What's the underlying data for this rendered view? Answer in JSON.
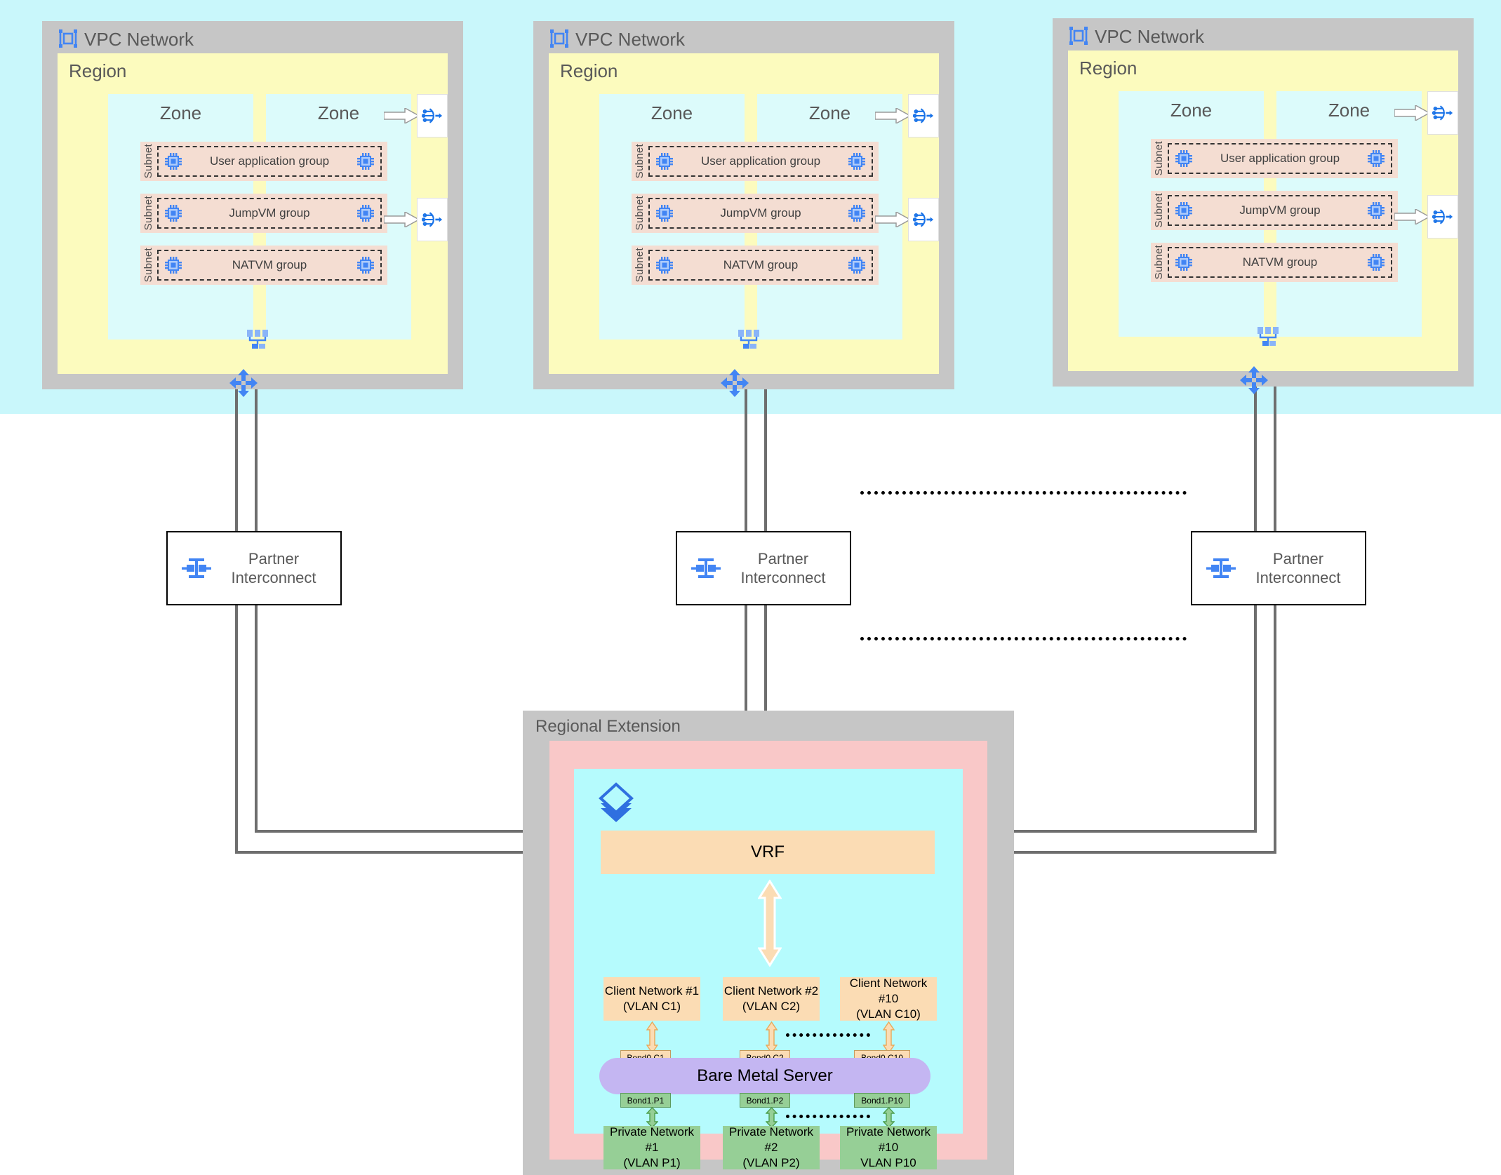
{
  "diagram": {
    "cloud_band_color": "#c9f7fb",
    "vpc_groups": [
      {
        "title": "VPC Network",
        "icon": "vpc-network-icon",
        "region_label": "Region",
        "zones": [
          "Zone",
          "Zone"
        ],
        "subnets": [
          {
            "tag": "Subnet",
            "group": "User application group",
            "has_nat": true
          },
          {
            "tag": "Subnet",
            "group": "JumpVM group",
            "has_nat": false
          },
          {
            "tag": "Subnet",
            "group": "NATVM group",
            "has_nat": true
          }
        ]
      },
      {
        "title": "VPC Network",
        "icon": "vpc-network-icon",
        "region_label": "Region",
        "zones": [
          "Zone",
          "Zone"
        ],
        "subnets": [
          {
            "tag": "Subnet",
            "group": "User application group",
            "has_nat": true
          },
          {
            "tag": "Subnet",
            "group": "JumpVM group",
            "has_nat": false
          },
          {
            "tag": "Subnet",
            "group": "NATVM group",
            "has_nat": true
          }
        ]
      },
      {
        "title": "VPC Network",
        "icon": "vpc-network-icon",
        "region_label": "Region",
        "zones": [
          "Zone",
          "Zone"
        ],
        "subnets": [
          {
            "tag": "Subnet",
            "group": "User application group",
            "has_nat": true
          },
          {
            "tag": "Subnet",
            "group": "JumpVM group",
            "has_nat": false
          },
          {
            "tag": "Subnet",
            "group": "NATVM group",
            "has_nat": true
          }
        ]
      }
    ],
    "partner_interconnects": [
      {
        "label": "Partner\nInterconnect",
        "line1": "Partner",
        "line2": "Interconnect"
      },
      {
        "label": "Partner\nInterconnect",
        "line1": "Partner",
        "line2": "Interconnect"
      },
      {
        "label": "Partner\nInterconnect",
        "line1": "Partner",
        "line2": "Interconnect"
      }
    ],
    "regional_extension": {
      "title": "Regional Extension",
      "icon": "layers-icon",
      "vrf_label": "VRF",
      "bare_metal_label": "Bare Metal Server",
      "client_networks": [
        {
          "line1": "Client Network #1",
          "line2": "(VLAN C1)",
          "bond": "Bond0.C1"
        },
        {
          "line1": "Client Network #2",
          "line2": "(VLAN C2)",
          "bond": "Bond0.C2"
        },
        {
          "line1": "Client Network #10",
          "line2": "(VLAN C10)",
          "bond": "Bond0.C10"
        }
      ],
      "private_networks": [
        {
          "line1": "Private Network #1",
          "line2": "(VLAN P1)",
          "bond": "Bond1.P1"
        },
        {
          "line1": "Private Network #2",
          "line2": "(VLAN P2)",
          "bond": "Bond1.P2"
        },
        {
          "line1": "Private Network #10",
          "line2": "VLAN P10",
          "bond": "Bond1.P10"
        }
      ]
    },
    "colors": {
      "vpc_frame": "#c6c6c6",
      "region": "#fcfbbe",
      "zone": "#dcfbfb",
      "subnet": "#f4ddd2",
      "client_network": "#fbdcb4",
      "private_network": "#96cf96",
      "bare_metal": "#c4b6f2",
      "regext_pink": "#f9c8c8",
      "regext_cyan": "#b5fbfd",
      "accent_blue": "#4285f4",
      "wire": "#6e6e6e"
    }
  }
}
